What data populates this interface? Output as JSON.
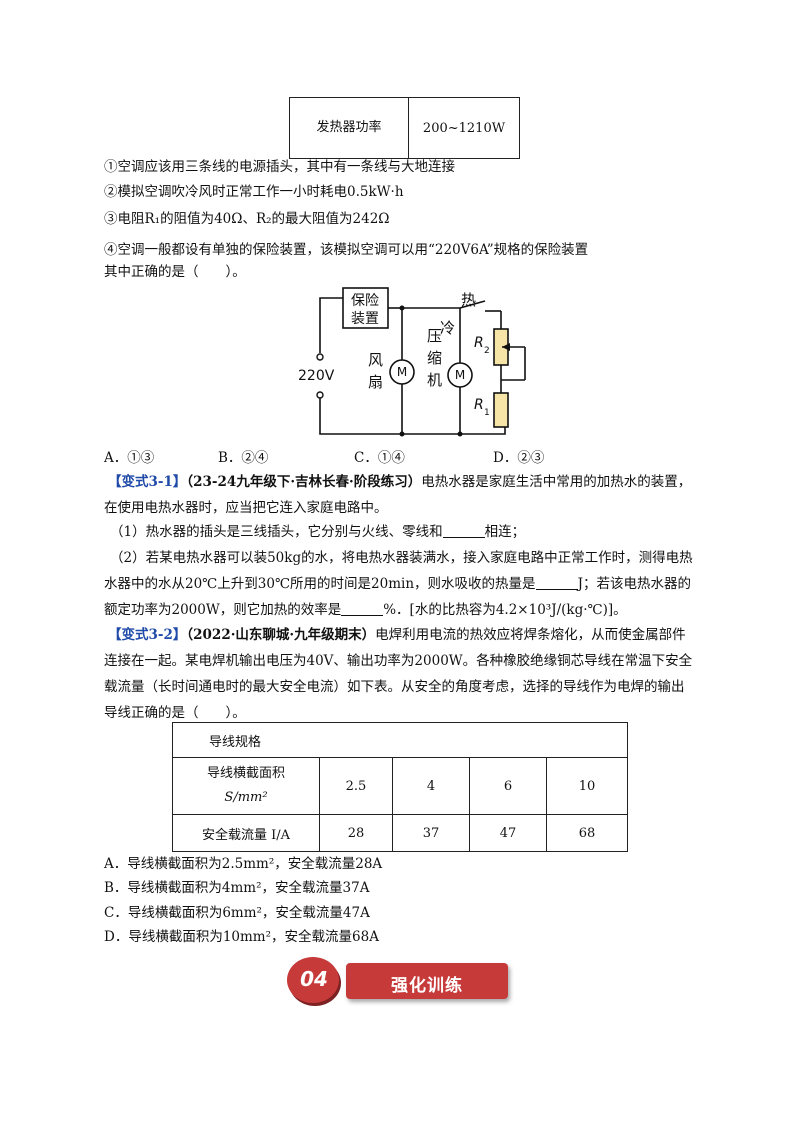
{
  "spec_table": {
    "label": "发热器功率",
    "value": "200~1210W"
  },
  "statements": [
    "①空调应该用三条线的电源插头，其中有一条线与大地连接",
    "②模拟空调吹冷风时正常工作一小时耗电0.5kW·h",
    "③电阻R₁的阻值为40Ω、R₂的最大阻值为242Ω",
    "④空调一般都设有单独的保险装置，该模拟空调可以用“220V6A”规格的保险装置"
  ],
  "question_tail": "其中正确的是（　　）。",
  "circuit": {
    "fuse_label": [
      "保险",
      "装置"
    ],
    "voltage": "220V",
    "fan_label": [
      "风",
      "扇"
    ],
    "compressor_label": [
      "压",
      "缩",
      "机"
    ],
    "motor_symbol": "M",
    "hot": "热",
    "cold": "冷",
    "r2": "R",
    "r2_sub": "2",
    "r1": "R",
    "r1_sub": "1"
  },
  "q1_options": [
    "A．①③",
    "B．②④",
    "C．①④",
    "D．②③"
  ],
  "v31": {
    "tag": "【变式3-1】",
    "source": "（23-24九年级下·吉林长春·阶段练习）",
    "intro": "电热水器是家庭生活中常用的加热水的装置，在使用电热水器时，应当把它连入家庭电路中。",
    "p1_a": "（1）热水器的插头是三线插头，它分别与火线、零线和",
    "p1_b": "相连；",
    "p2_a": "（2）若某电热水器可以装50kg的水，将电热水器装满水，接入家庭电路中正常工作时，测得电热水器中的水从20℃上升到30℃所用的时间是20min，则水吸收的热量是",
    "p2_b": "J；若该电热水器的额定功率为2000W，则它加热的效率是",
    "p2_c": "%．[水的比热容为4.2×10³J/(kg·℃)]。"
  },
  "v32": {
    "tag": "【变式3-2】",
    "source": "（2022·山东聊城·九年级期末）",
    "intro": "电焊利用电流的热效应将焊条熔化，从而使金属部件连接在一起。某电焊机输出电压为40V、输出功率为2000W。各种橡胶绝缘铜芯导线在常温下安全载流量（长时间通电时的最大安全电流）如下表。从安全的角度考虑，选择的导线作为电焊的输出导线正确的是（　　）。"
  },
  "wire_table": {
    "title": "导线规格",
    "area_label": "导线横截面积",
    "area_unit": "S/mm²",
    "current_label": "安全载流量 I/A",
    "areas": [
      "2.5",
      "4",
      "6",
      "10"
    ],
    "currents": [
      "28",
      "37",
      "47",
      "68"
    ]
  },
  "q2_options": [
    "A．导线横截面积为2.5mm²，安全载流量28A",
    "B．导线横截面积为4mm²，安全载流量37A",
    "C．导线横截面积为6mm²，安全载流量47A",
    "D．导线横截面积为10mm²，安全载流量68A"
  ],
  "banner": {
    "number": "04",
    "title": "强化训练"
  },
  "colors": {
    "accent_blue": "#1f4aa8",
    "banner_red": "#c73a3a"
  }
}
